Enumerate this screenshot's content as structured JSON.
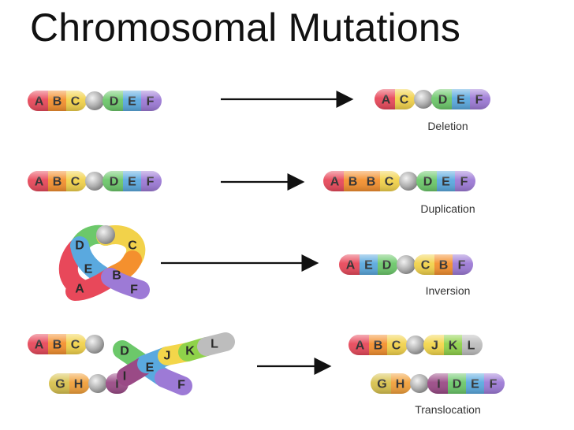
{
  "title": "Chromosomal Mutations",
  "colors": {
    "A": "#e8485a",
    "B": "#f4902e",
    "C": "#f2d24a",
    "centromere": "#b8b8b8",
    "D": "#6cc86a",
    "E": "#5aa9df",
    "F": "#9d7ad6",
    "G": "#d8c24e",
    "H": "#f2a03a",
    "I": "#9a4a86",
    "J": "#f3d64a",
    "K": "#8fd24a",
    "L": "#bdbdbd",
    "arrow": "#111111",
    "text": "#2a2a2a"
  },
  "rows": [
    {
      "name": "deletion",
      "caption": "Deletion",
      "before": [
        "A",
        "B",
        "C",
        "*",
        "D",
        "E",
        "F"
      ],
      "after": [
        "A",
        "C",
        "*",
        "D",
        "E",
        "F"
      ]
    },
    {
      "name": "duplication",
      "caption": "Duplication",
      "before": [
        "A",
        "B",
        "C",
        "*",
        "D",
        "E",
        "F"
      ],
      "after": [
        "A",
        "B",
        "B",
        "C",
        "*",
        "D",
        "E",
        "F"
      ]
    },
    {
      "name": "inversion",
      "caption": "Inversion",
      "loop": [
        "A",
        "E",
        "D",
        "*",
        "C",
        "B",
        "F"
      ],
      "after": [
        "A",
        "E",
        "D",
        "*",
        "C",
        "B",
        "F"
      ]
    },
    {
      "name": "translocation",
      "caption": "Translocation",
      "before_top": [
        "A",
        "B",
        "C",
        "*"
      ],
      "before_bottom": [
        "G",
        "H",
        "*",
        "I"
      ],
      "cross_a": [
        "D",
        "E",
        "F"
      ],
      "cross_b": [
        "J",
        "K",
        "L"
      ],
      "after_top": [
        "A",
        "B",
        "C",
        "*",
        "J",
        "K",
        "L"
      ],
      "after_bottom": [
        "G",
        "H",
        "*",
        "I",
        "D",
        "E",
        "F"
      ]
    }
  ]
}
